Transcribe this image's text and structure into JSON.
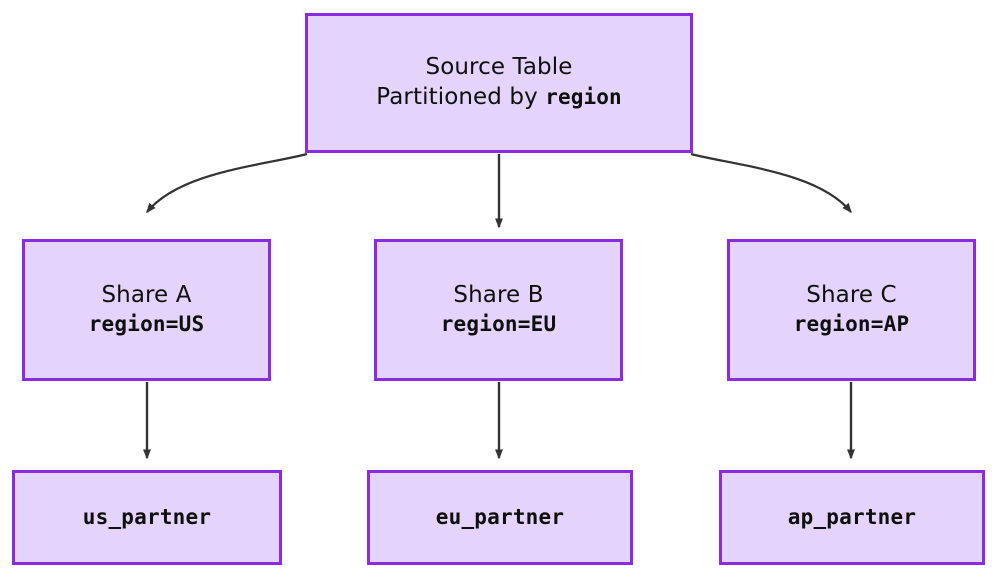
{
  "diagram": {
    "type": "flowchart",
    "direction": "top-down",
    "colors": {
      "node_fill": "#e4d4fb",
      "node_border": "#8a2be2",
      "edge_stroke": "#333333",
      "text": "#0f0f0f",
      "background": "#ffffff"
    },
    "nodes": {
      "source": {
        "id": "source",
        "title": "Source Table",
        "subtitle_prefix": "Partitioned by ",
        "subtitle_code": "region"
      },
      "shares": [
        {
          "id": "share_a",
          "title": "Share A",
          "filter": "region=US"
        },
        {
          "id": "share_b",
          "title": "Share B",
          "filter": "region=EU"
        },
        {
          "id": "share_c",
          "title": "Share C",
          "filter": "region=AP"
        }
      ],
      "partners": [
        {
          "id": "partner_us",
          "label": "us_partner"
        },
        {
          "id": "partner_eu",
          "label": "eu_partner"
        },
        {
          "id": "partner_ap",
          "label": "ap_partner"
        }
      ]
    },
    "edges": [
      {
        "from": "source",
        "to": "share_a",
        "style": "curved",
        "arrow": "filled-triangle"
      },
      {
        "from": "source",
        "to": "share_b",
        "style": "straight",
        "arrow": "filled-triangle"
      },
      {
        "from": "source",
        "to": "share_c",
        "style": "curved",
        "arrow": "filled-triangle"
      },
      {
        "from": "share_a",
        "to": "partner_us",
        "style": "straight",
        "arrow": "filled-triangle"
      },
      {
        "from": "share_b",
        "to": "partner_eu",
        "style": "straight",
        "arrow": "filled-triangle"
      },
      {
        "from": "share_c",
        "to": "partner_ap",
        "style": "straight",
        "arrow": "filled-triangle"
      }
    ]
  }
}
